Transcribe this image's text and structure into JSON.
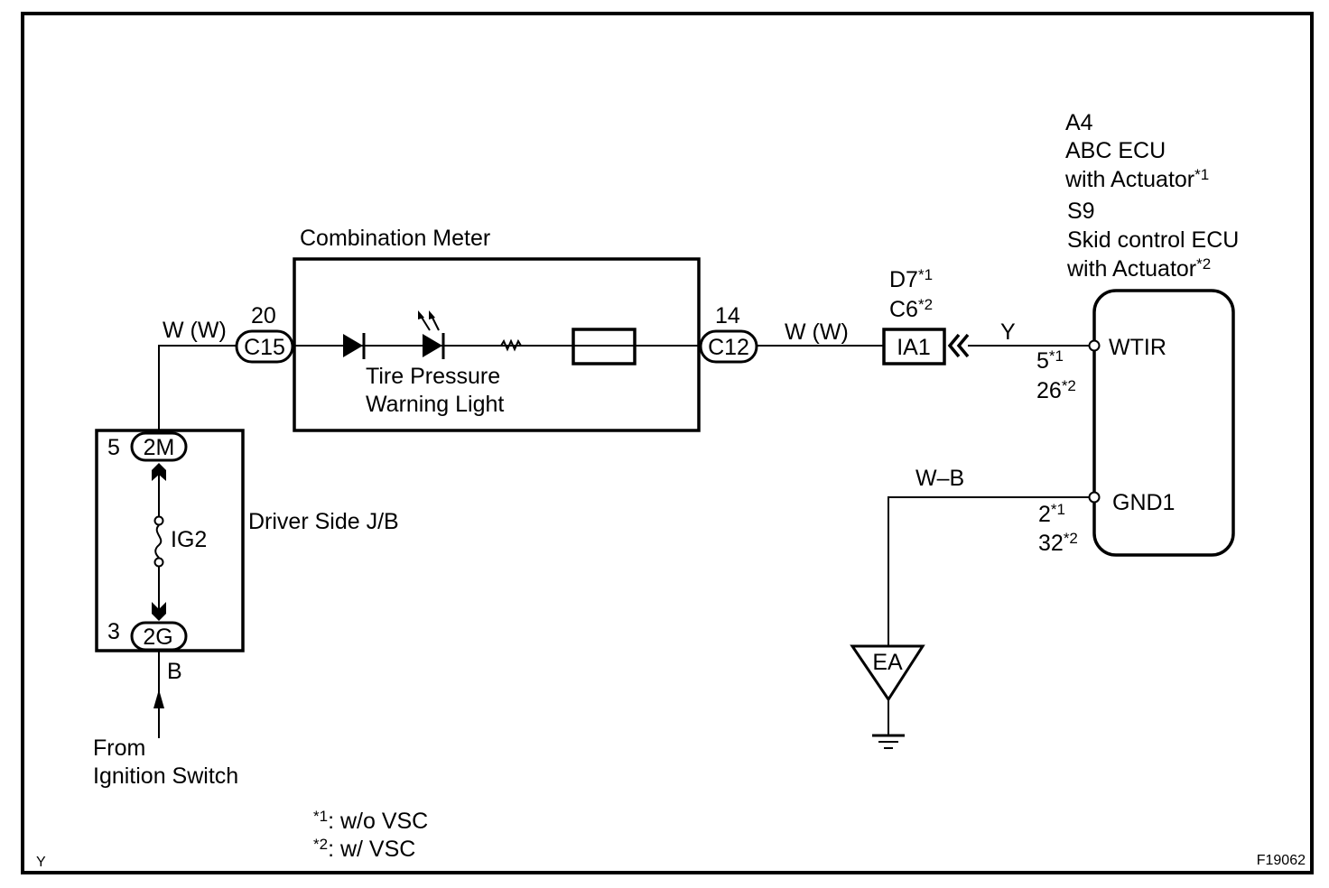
{
  "diagram": {
    "figure_id": "F19062",
    "corner_mark": "Y",
    "combination_meter": {
      "label": "Combination Meter",
      "connector_in": {
        "id": "C15",
        "pin": "20"
      },
      "connector_out": {
        "id": "C12",
        "pin": "14"
      },
      "light_label_line1": "Tire Pressure",
      "light_label_line2": "Warning Light"
    },
    "wires": {
      "to_c15": "W (W)",
      "c12_to_ia1": "W (W)",
      "ia1_to_ecu": "Y",
      "ground": "W–B",
      "from_ignition": "B"
    },
    "junction_connector": {
      "id": "IA1",
      "note_line1": "D7",
      "note_line1_sup": "*1",
      "note_line2": "C6",
      "note_line2_sup": "*2"
    },
    "ecu": {
      "line1": "A4",
      "line2": "ABC ECU",
      "line3": "with Actuator",
      "line3_sup": "*1",
      "line4": "S9",
      "line5": "Skid control ECU",
      "line6": "with Actuator",
      "line6_sup": "*2",
      "pins": [
        {
          "name": "WTIR",
          "pin1": "5",
          "pin1_sup": "*1",
          "pin2": "26",
          "pin2_sup": "*2"
        },
        {
          "name": "GND1",
          "pin1": "2",
          "pin1_sup": "*1",
          "pin2": "32",
          "pin2_sup": "*2"
        }
      ]
    },
    "junction_block": {
      "label": "Driver Side J/B",
      "fuse": "IG2",
      "top_connector": {
        "id": "2M",
        "pin": "5"
      },
      "bottom_connector": {
        "id": "2G",
        "pin": "3"
      }
    },
    "source": {
      "line1": "From",
      "line2": "Ignition Switch"
    },
    "ground_point": "EA",
    "legend": [
      {
        "mark": "*1",
        "text": ": w/o VSC"
      },
      {
        "mark": "*2",
        "text": ": w/ VSC"
      }
    ]
  }
}
